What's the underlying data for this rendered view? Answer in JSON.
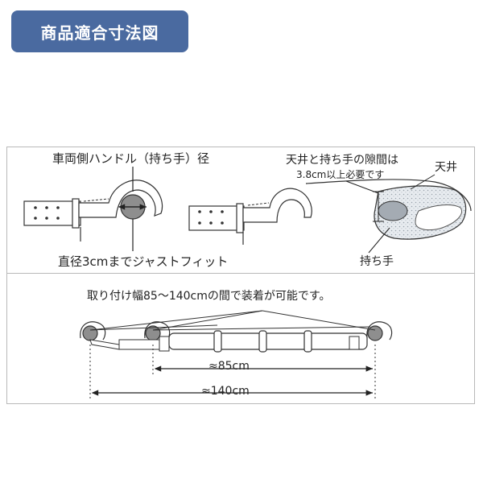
{
  "header": {
    "title": "商品適合寸法図",
    "badge_color": "#4a6aa0"
  },
  "top_section": {
    "handle_label": "車両側ハンドル（持ち手）径",
    "diameter_label": "直径3cmまでジャストフィット",
    "gap_label_line1": "天井と持ち手の隙間は",
    "gap_label_line2": "3.8cm以上必要です",
    "ceiling_label": "天井",
    "grip_label": "持ち手"
  },
  "bottom_section": {
    "range_label": "取り付け幅85〜140cmの間で装着が可能です。",
    "min_width_label": "≈85cm",
    "max_width_label": "≈140cm"
  },
  "icons": {
    "arrow": "double-arrow-icon"
  }
}
